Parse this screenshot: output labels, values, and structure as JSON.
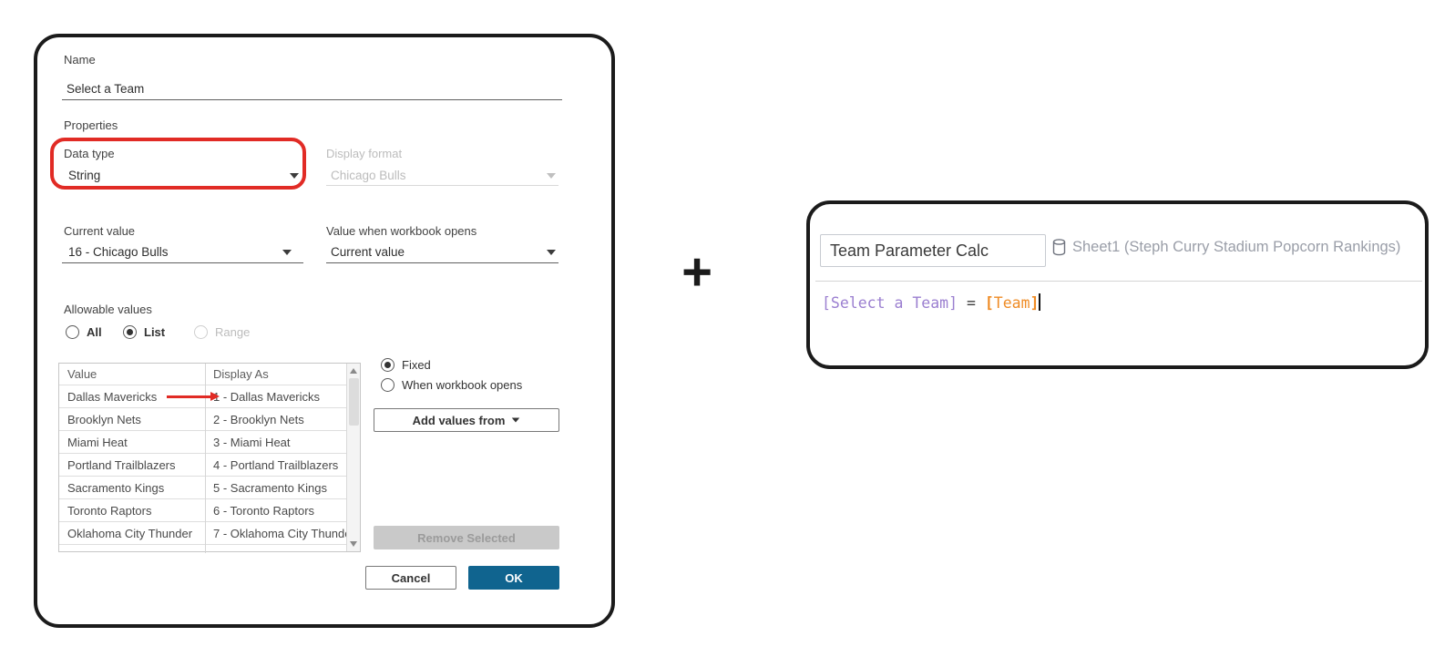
{
  "parameter_dialog": {
    "name_label": "Name",
    "name_value": "Select a Team",
    "properties_label": "Properties",
    "data_type": {
      "label": "Data type",
      "value": "String"
    },
    "display_format": {
      "label": "Display format",
      "value": "Chicago Bulls",
      "disabled": true
    },
    "current_value": {
      "label": "Current value",
      "value": "16 - Chicago Bulls"
    },
    "value_when_workbook_opens": {
      "label": "Value when workbook opens",
      "value": "Current value"
    },
    "allowable_values": {
      "label": "Allowable values",
      "options": [
        {
          "label": "All",
          "selected": false,
          "disabled": false
        },
        {
          "label": "List",
          "selected": true,
          "disabled": false
        },
        {
          "label": "Range",
          "selected": false,
          "disabled": true
        }
      ]
    },
    "list_table": {
      "columns": [
        "Value",
        "Display As"
      ],
      "rows": [
        {
          "value": "Dallas Mavericks",
          "display_as": "1 - Dallas Mavericks",
          "red_arrow": true
        },
        {
          "value": "Brooklyn Nets",
          "display_as": "2 - Brooklyn Nets"
        },
        {
          "value": "Miami Heat",
          "display_as": "3 - Miami Heat"
        },
        {
          "value": "Portland Trailblazers",
          "display_as": "4 - Portland Trailblazers"
        },
        {
          "value": "Sacramento Kings",
          "display_as": "5 - Sacramento Kings"
        },
        {
          "value": "Toronto Raptors",
          "display_as": "6 - Toronto Raptors"
        },
        {
          "value": "Oklahoma City Thunder",
          "display_as": "7 - Oklahoma City Thunde"
        }
      ]
    },
    "value_source": {
      "options": [
        {
          "label": "Fixed",
          "selected": true
        },
        {
          "label": "When workbook opens",
          "selected": false
        }
      ]
    },
    "add_values_from_label": "Add values from",
    "remove_selected_label": "Remove Selected",
    "cancel_label": "Cancel",
    "ok_label": "OK"
  },
  "plus_sign": "+",
  "calc_editor": {
    "name_value": "Team Parameter Calc",
    "sheet_label": "Sheet1 (Steph Curry Stadium Popcorn Rankings)",
    "formula": {
      "param_token": "[Select a Team]",
      "operator": "=",
      "field_open_bracket": "[",
      "field_name": "Team",
      "field_close_bracket": "]"
    }
  },
  "icons": {
    "dropdown_caret": "caret-down-triangle",
    "scrollbar_up": "triangle-up",
    "scrollbar_down": "triangle-down",
    "database": "cylinder",
    "red_arrow": "arrow-right",
    "text_cursor": "vertical-bar"
  },
  "colors": {
    "annotation_red": "#e12b25",
    "ok_button_blue": "#10648f",
    "parameter_purple": "#9b7fd0",
    "field_orange": "#ef8b24",
    "disabled_gray": "#bcbcbc",
    "border_black": "#1b1b1b"
  }
}
